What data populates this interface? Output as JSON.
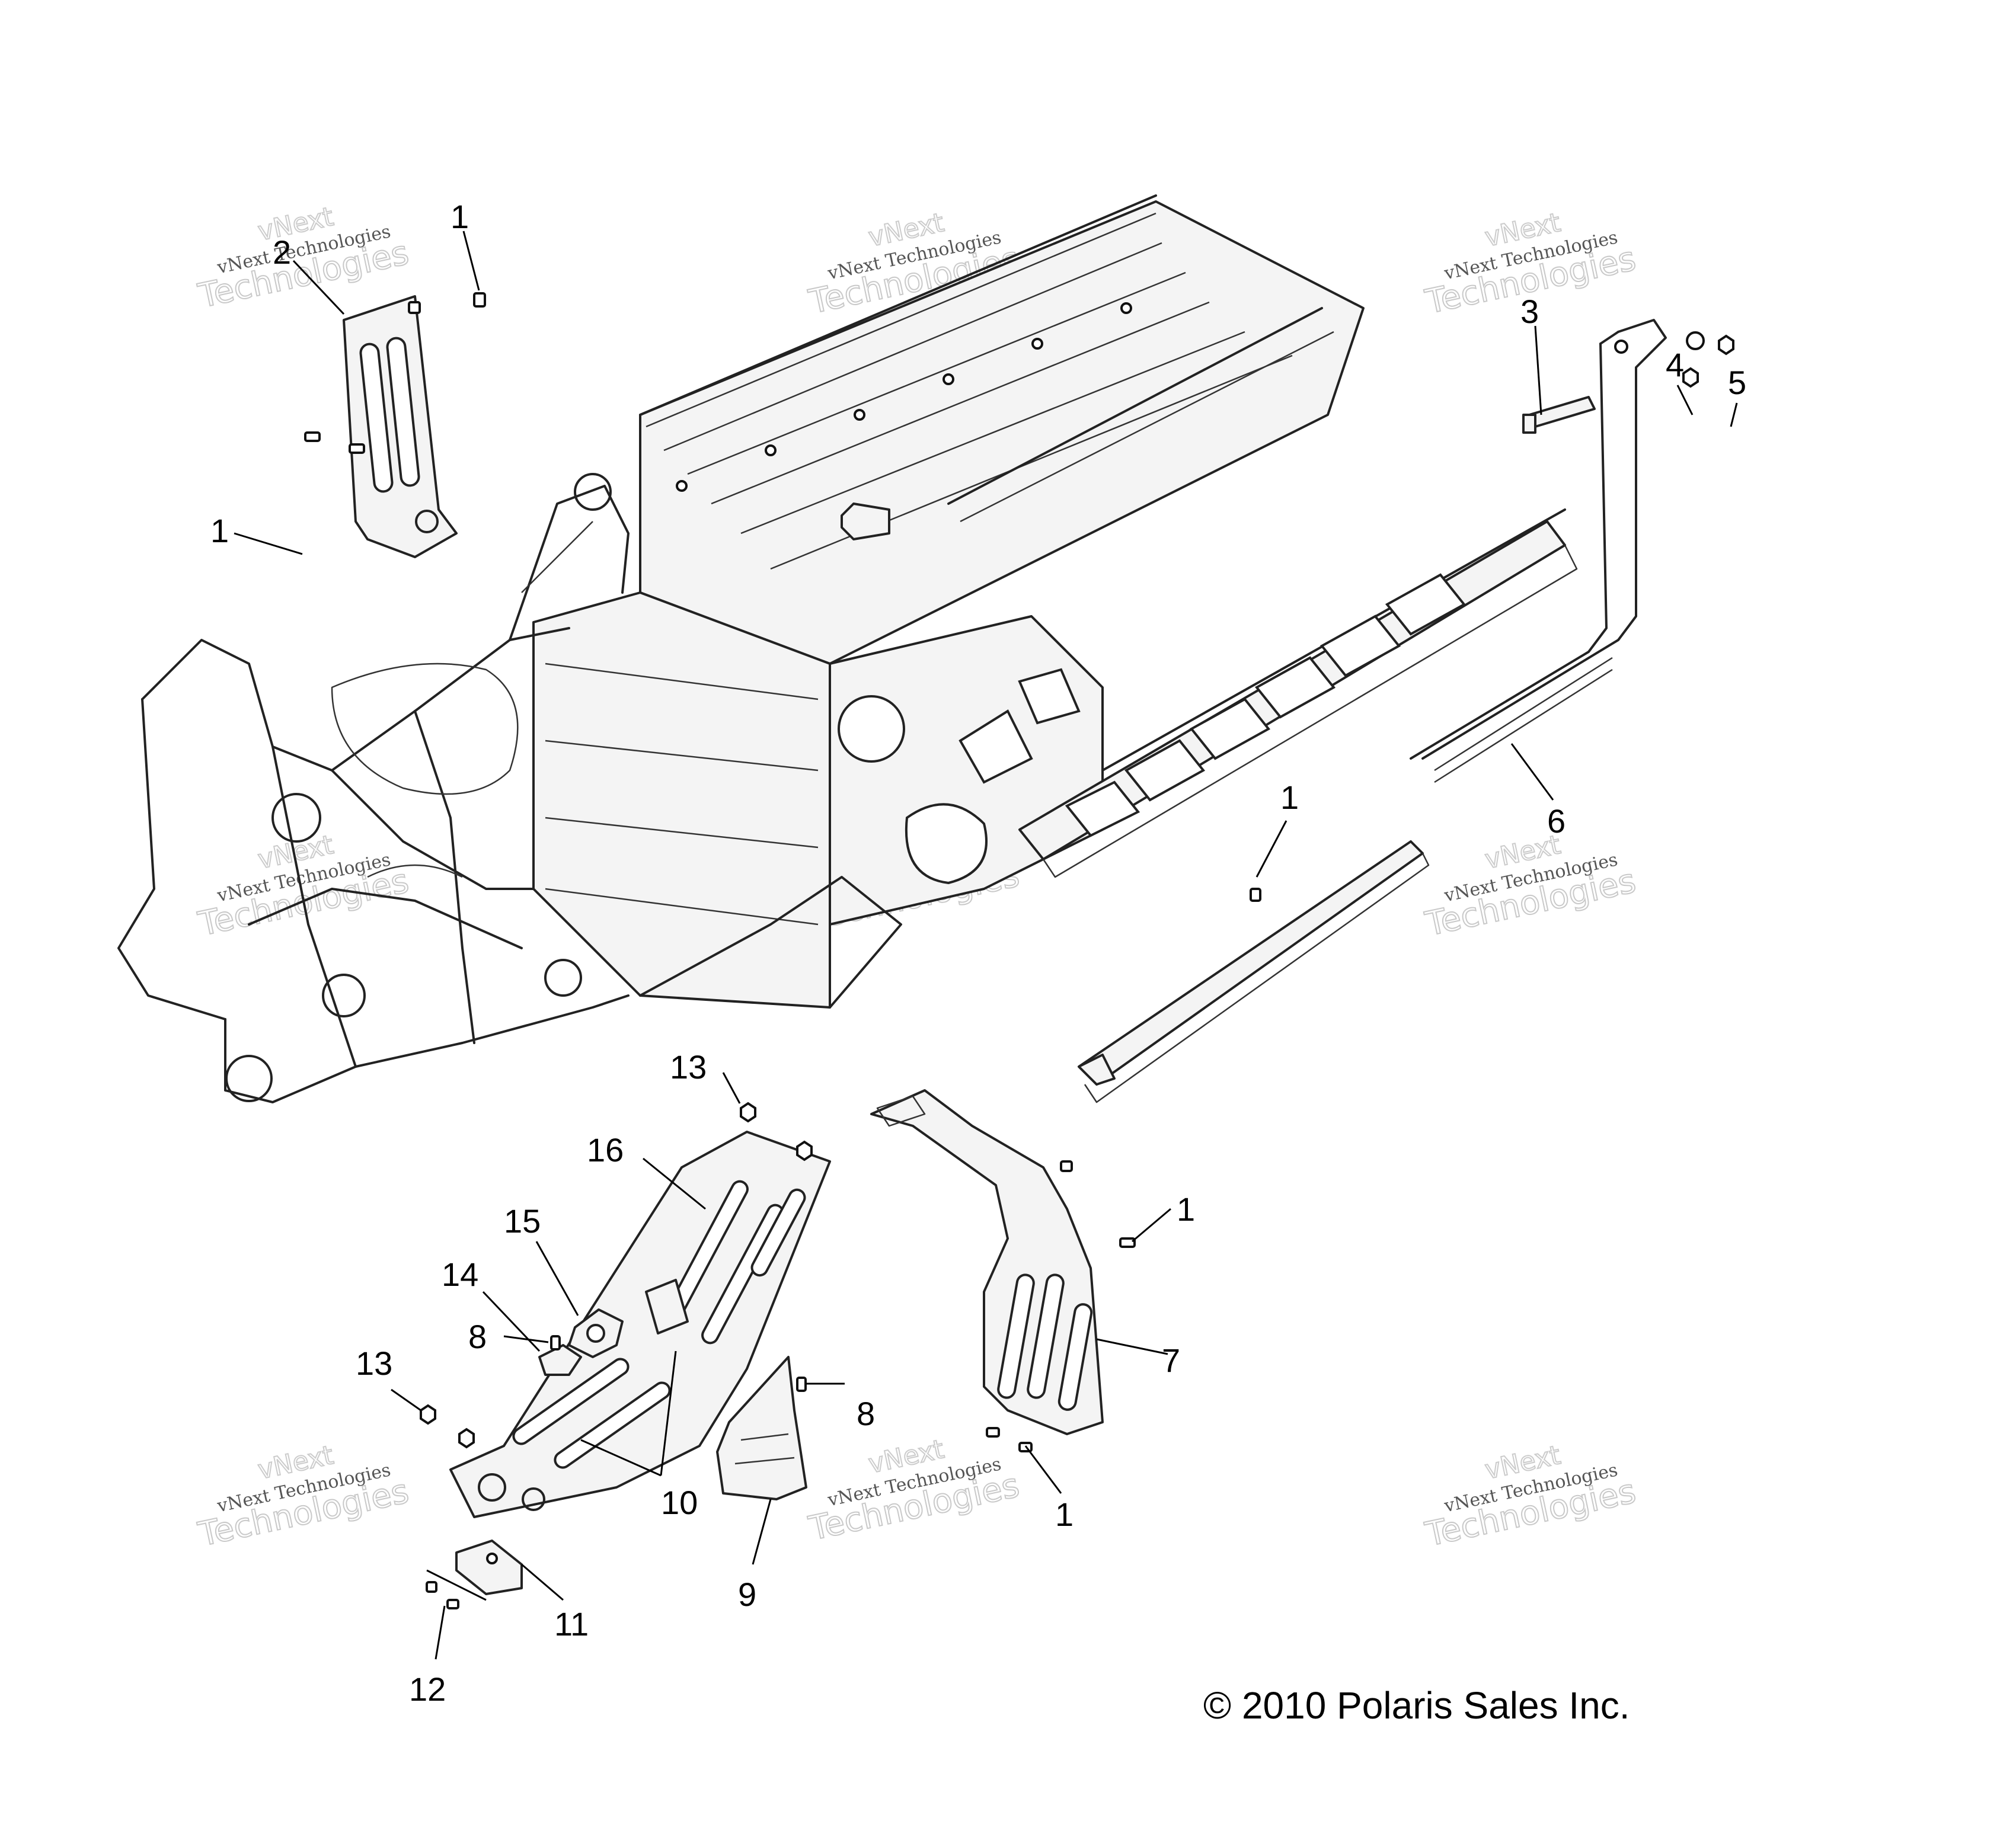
{
  "callouts": [
    "1",
    "2",
    "1",
    "1",
    "3",
    "4",
    "5",
    "6",
    "1",
    "13",
    "16",
    "15",
    "14",
    "8",
    "13",
    "8",
    "10",
    "9",
    "11",
    "12",
    "1",
    "7",
    "1"
  ],
  "copyright": "© 2010 Polaris Sales Inc.",
  "watermark": {
    "line1": "vNext",
    "line2": "vNext Technologies",
    "line3": "Technologies"
  }
}
